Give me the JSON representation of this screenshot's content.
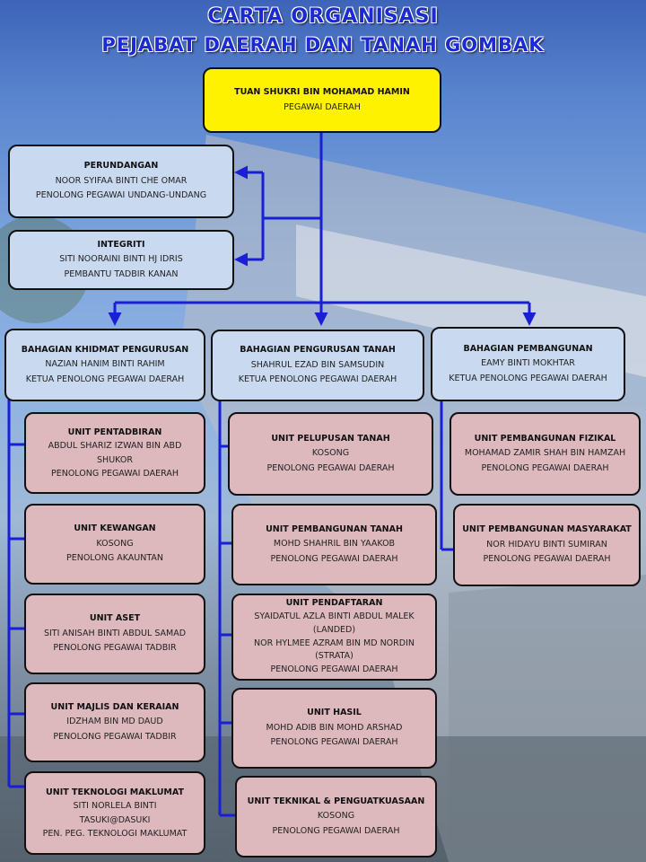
{
  "title": {
    "line1": "CARTA ORGANISASI",
    "line2": "PEJABAT DAERAH DAN TANAH GOMBAK"
  },
  "colors": {
    "connector": "#1a1fd6",
    "head_box": "#fff200",
    "division_box": "#c9daf0",
    "unit_box": "#ddb8bd"
  },
  "head": {
    "name": "TUAN SHUKRI BIN MOHAMAD HAMIN",
    "role": "PEGAWAI DAERAH"
  },
  "staff": [
    {
      "title": "PERUNDANGAN",
      "name": "NOOR SYIFAA BINTI CHE OMAR",
      "role": "PENOLONG PEGAWAI UNDANG-UNDANG"
    },
    {
      "title": "INTEGRITI",
      "name": "SITI NOORAINI  BINTI HJ IDRIS",
      "role": "PEMBANTU TADBIR KANAN"
    }
  ],
  "divisions": [
    {
      "title": "BAHAGIAN KHIDMAT PENGURUSAN",
      "name": "NAZIAN HANIM BINTI RAHIM",
      "role": "KETUA PENOLONG PEGAWAI DAERAH",
      "units": [
        {
          "title": "UNIT PENTADBIRAN",
          "lines": [
            "ABDUL SHARIZ IZWAN BIN ABD",
            "SHUKOR",
            "PENOLONG PEGAWAI DAERAH"
          ]
        },
        {
          "title": "UNIT  KEWANGAN",
          "lines": [
            "KOSONG",
            "PENOLONG AKAUNTAN"
          ]
        },
        {
          "title": "UNIT  ASET",
          "lines": [
            "SITI ANISAH BINTI ABDUL SAMAD",
            "PENOLONG  PEGAWAI TADBIR"
          ]
        },
        {
          "title": "UNIT  MAJLIS DAN KERAIAN",
          "lines": [
            "IDZHAM BIN MD DAUD",
            "PENOLONG  PEGAWAI TADBIR"
          ]
        },
        {
          "title": "UNIT  TEKNOLOGI MAKLUMAT",
          "lines": [
            "SITI NORLELA BINTI",
            "TASUKI@DASUKI",
            "PEN. PEG. TEKNOLOGI MAKLUMAT"
          ]
        }
      ]
    },
    {
      "title": "BAHAGIAN PENGURUSAN TANAH",
      "name": "SHAHRUL EZAD BIN SAMSUDIN",
      "role": "KETUA PENOLONG PEGAWAI DAERAH",
      "units": [
        {
          "title": "UNIT PELUPUSAN TANAH",
          "lines": [
            "KOSONG",
            "PENOLONG PEGAWAI DAERAH"
          ]
        },
        {
          "title": "UNIT PEMBANGUNAN TANAH",
          "lines": [
            "MOHD SHAHRIL BIN YAAKOB",
            "PENOLONG PEGAWAI DAERAH"
          ]
        },
        {
          "title": "UNIT PENDAFTARAN",
          "lines": [
            "SYAIDATUL AZLA BINTI ABDUL MALEK",
            "(LANDED)",
            "NOR HYLMEE AZRAM BIN MD NORDIN",
            "(STRATA)",
            "PENOLONG PEGAWAI DAERAH"
          ]
        },
        {
          "title": "UNIT HASIL",
          "lines": [
            "MOHD ADIB BIN MOHD ARSHAD",
            "PENOLONG PEGAWAI DAERAH"
          ]
        },
        {
          "title": "UNIT TEKNIKAL & PENGUATKUASAAN",
          "lines": [
            "KOSONG",
            "PENOLONG PEGAWAI DAERAH"
          ]
        }
      ]
    },
    {
      "title": "BAHAGIAN PEMBANGUNAN",
      "name": "EAMY BINTI MOKHTAR",
      "role": "KETUA PENOLONG PEGAWAI DAERAH",
      "units": [
        {
          "title": "UNIT PEMBANGUNAN FIZIKAL",
          "lines": [
            "MOHAMAD ZAMIR SHAH BIN HAMZAH",
            "PENOLONG PEGAWAI DAERAH"
          ]
        },
        {
          "title": "UNIT PEMBANGUNAN MASYARAKAT",
          "lines": [
            "NOR HIDAYU BINTI SUMIRAN",
            "PENOLONG PEGAWAI DAERAH"
          ]
        }
      ]
    }
  ]
}
